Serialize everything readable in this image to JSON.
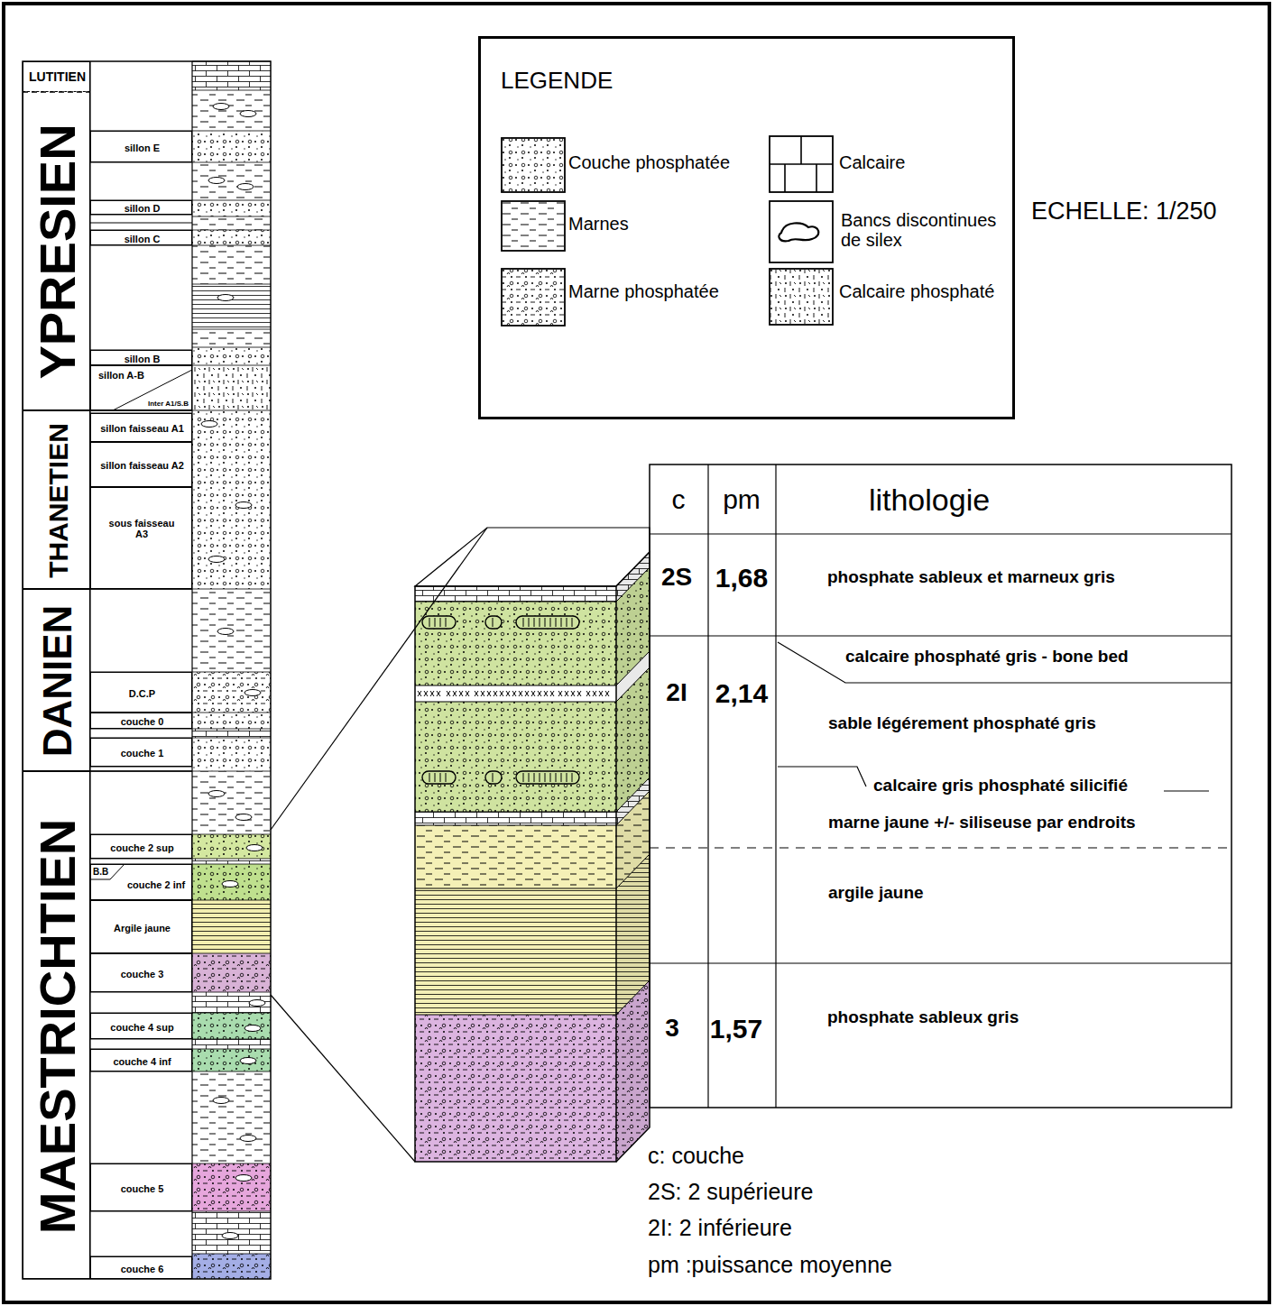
{
  "diagram": {
    "nodes": [
      {
        "text": [
          "LUTITIEN"
        ]
      },
      {
        "text": [
          "YPRESIEN"
        ]
      },
      {
        "text": [
          "THANETIEN"
        ]
      },
      {
        "text": [
          "DANIEN"
        ]
      },
      {
        "text": [
          "MAESTRICHTIEN"
        ]
      },
      {
        "text": [
          "sillon E"
        ]
      },
      {
        "text": [
          "sillon D"
        ]
      },
      {
        "text": [
          "sillon C"
        ]
      },
      {
        "text": [
          "sillon B"
        ]
      },
      {
        "text": [
          "sillon A-B",
          "Inter A1/S.B"
        ]
      },
      {
        "text": [
          "sillon faisseau A1"
        ]
      },
      {
        "text": [
          "sillon faisseau A2"
        ]
      },
      {
        "text": [
          "sous faisseau A3"
        ]
      },
      {
        "text": [
          "D.C.P"
        ]
      },
      {
        "text": [
          "couche 0"
        ]
      },
      {
        "text": [
          "couche 1"
        ]
      },
      {
        "text": [
          "couche 2 sup"
        ]
      },
      {
        "text": [
          "B.B",
          "couche 2 inf"
        ]
      },
      {
        "text": [
          "Argile jaune"
        ]
      },
      {
        "text": [
          "couche 3"
        ]
      },
      {
        "text": [
          "couche 4 sup"
        ]
      },
      {
        "text": [
          "couche 4 inf"
        ]
      },
      {
        "text": [
          "couche 5"
        ]
      },
      {
        "text": [
          "couche 6"
        ]
      },
      {
        "text": [
          "LEGENDE"
        ]
      }
    ],
    "labels": [
      "ECHELLE: 1/250",
      "c",
      "pm",
      "lithologie",
      "2S",
      "1,68",
      "phosphate sableux et marneux gris",
      "calcaire phosphaté gris - bone bed",
      "2I",
      "2,14",
      "sable légérement phosphaté gris",
      "calcaire gris phosphaté silicifié",
      "marne jaune +/- siliseuse par endroits",
      "argile jaune",
      "3",
      "1,57",
      "phosphate sableux gris",
      "c: couche",
      "2S: 2 supérieure",
      "2I: 2 inférieure",
      "pm :puissance moyenne"
    ],
    "legend": [
      {
        "text": "Couche phosphatée"
      },
      {
        "text": "Marnes"
      },
      {
        "text": "Marne phosphatée"
      },
      {
        "text": "Calcaire"
      },
      {
        "text": "Bancs discontinues de silex"
      },
      {
        "text": "Calcaire phosphaté"
      }
    ]
  }
}
